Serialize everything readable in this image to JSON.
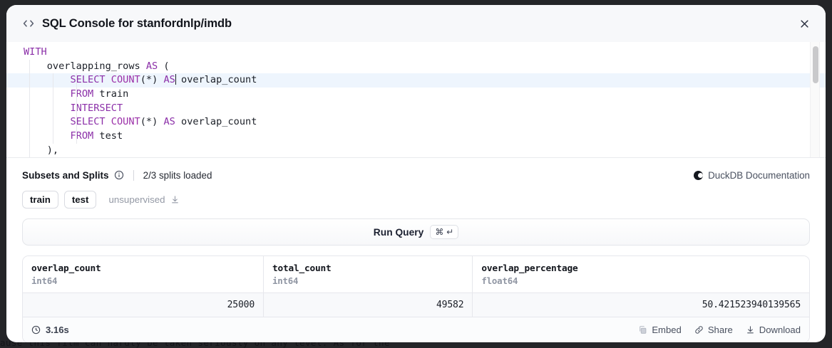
{
  "background_page": {
    "visible_text": "ause this film can hardly be taken seriously on any level. As for the"
  },
  "modal": {
    "icon": "code-tag-icon",
    "title": "SQL Console for stanfordnlp/imdb",
    "close_icon": "close-icon"
  },
  "editor": {
    "lines": [
      [
        {
          "t": "WITH",
          "c": "kw"
        }
      ],
      [
        {
          "t": "    overlapping_rows ",
          "c": "plain"
        },
        {
          "t": "AS",
          "c": "kw"
        },
        {
          "t": " (",
          "c": "plain"
        }
      ],
      [
        {
          "t": "        ",
          "c": "plain"
        },
        {
          "t": "SELECT",
          "c": "kw"
        },
        {
          "t": " ",
          "c": "plain"
        },
        {
          "t": "COUNT",
          "c": "fn"
        },
        {
          "t": "(*) ",
          "c": "plain"
        },
        {
          "t": "AS",
          "c": "kw"
        },
        {
          "t": "|CARET|",
          "c": "caret"
        },
        {
          "t": " overlap_count",
          "c": "plain"
        }
      ],
      [
        {
          "t": "        ",
          "c": "plain"
        },
        {
          "t": "FROM",
          "c": "kw"
        },
        {
          "t": " train",
          "c": "plain"
        }
      ],
      [
        {
          "t": "        ",
          "c": "plain"
        },
        {
          "t": "INTERSECT",
          "c": "kw"
        }
      ],
      [
        {
          "t": "        ",
          "c": "plain"
        },
        {
          "t": "SELECT",
          "c": "kw"
        },
        {
          "t": " ",
          "c": "plain"
        },
        {
          "t": "COUNT",
          "c": "fn"
        },
        {
          "t": "(*) ",
          "c": "plain"
        },
        {
          "t": "AS",
          "c": "kw"
        },
        {
          "t": " overlap_count",
          "c": "plain"
        }
      ],
      [
        {
          "t": "        ",
          "c": "plain"
        },
        {
          "t": "FROM",
          "c": "kw"
        },
        {
          "t": " test",
          "c": "plain"
        }
      ],
      [
        {
          "t": "    ),",
          "c": "plain"
        }
      ]
    ],
    "active_line_index": 2,
    "scrollbar": "vertical-scrollbar"
  },
  "subsets": {
    "title": "Subsets and Splits",
    "info_icon": "info-icon",
    "splits_loaded": "2/3 splits loaded",
    "docs_link": "DuckDB Documentation",
    "docs_icon": "duckdb-logo-icon",
    "chips": [
      {
        "label": "train",
        "state": "active"
      },
      {
        "label": "test",
        "state": "active"
      },
      {
        "label": "unsupervised",
        "state": "not-loaded",
        "icon": "download-icon"
      }
    ]
  },
  "run_query": {
    "label": "Run Query",
    "shortcut": "⌘ ↵"
  },
  "results": {
    "columns": [
      {
        "name": "overlap_count",
        "type": "int64"
      },
      {
        "name": "total_count",
        "type": "int64"
      },
      {
        "name": "overlap_percentage",
        "type": "float64"
      }
    ],
    "rows": [
      [
        "25000",
        "49582",
        "50.421523940139565"
      ]
    ],
    "footer": {
      "timing": "3.16s",
      "timing_icon": "clock-icon",
      "actions": [
        {
          "label": "Embed",
          "icon": "copy-icon"
        },
        {
          "label": "Share",
          "icon": "link-icon"
        },
        {
          "label": "Download",
          "icon": "download-icon"
        }
      ]
    }
  }
}
